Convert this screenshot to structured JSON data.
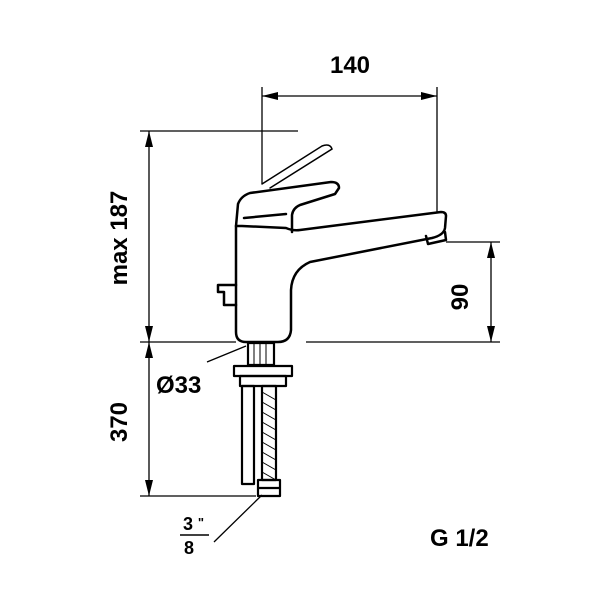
{
  "dimensions": {
    "reach": "140",
    "max_height": "max 187",
    "spout_height": "90",
    "diameter": "Ø33",
    "hose_length": "370"
  },
  "thread": {
    "inlet_fraction_numerator": "3",
    "inlet_fraction_mark": "\"",
    "inlet_fraction_denominator": "8",
    "connection": "G 1/2"
  }
}
